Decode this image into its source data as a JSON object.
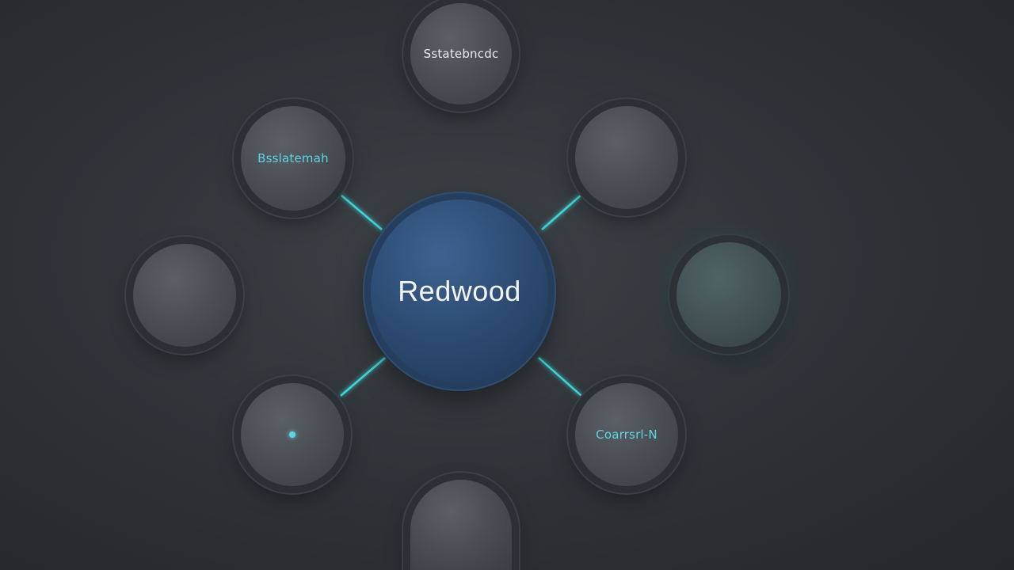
{
  "diagram": {
    "center": {
      "label": "Redwood"
    },
    "nodes": [
      {
        "id": "top",
        "label": "Sstatebncdc",
        "accent": false,
        "dot": false,
        "glow": false
      },
      {
        "id": "top-left",
        "label": "Bsslatemah",
        "accent": true,
        "dot": false,
        "glow": false
      },
      {
        "id": "top-right",
        "label": "",
        "accent": false,
        "dot": false,
        "glow": false
      },
      {
        "id": "left",
        "label": "",
        "accent": false,
        "dot": false,
        "glow": false
      },
      {
        "id": "right",
        "label": "",
        "accent": false,
        "dot": false,
        "glow": true
      },
      {
        "id": "bottom-left",
        "label": "",
        "accent": false,
        "dot": true,
        "glow": false
      },
      {
        "id": "bottom-right",
        "label": "Coarrsrl-N",
        "accent": true,
        "dot": false,
        "glow": false
      },
      {
        "id": "bottom",
        "label": "",
        "accent": false,
        "dot": false,
        "glow": false
      }
    ],
    "colors": {
      "link": "#3fd6d9",
      "center": "#2c4b73",
      "node": "#474c52",
      "background": "#2f3439"
    }
  }
}
